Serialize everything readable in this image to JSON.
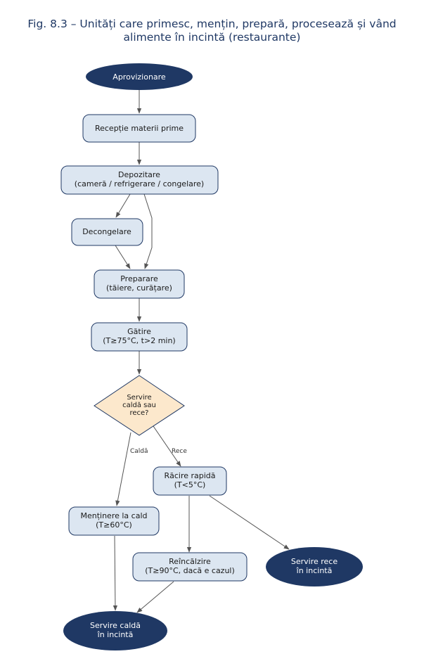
{
  "title": {
    "line1": "Fig. 8.3 – Unități care primesc, mențin, prepară, procesează și vând",
    "line2": "alimente în incintă (restaurante)"
  },
  "colors": {
    "terminal_fill": "#1f3864",
    "process_fill": "#dce6f1",
    "process_stroke": "#1f3864",
    "decision_fill": "#fce8cc",
    "edge": "#555555",
    "title": "#1f3864"
  },
  "nodes": {
    "aprovizionare": {
      "lines": [
        "Aprovizionare"
      ]
    },
    "receptie": {
      "lines": [
        "Recepție materii prime"
      ]
    },
    "depozitare": {
      "lines": [
        "Depozitare",
        "(cameră / refrigerare / congelare)"
      ]
    },
    "decongelare": {
      "lines": [
        "Decongelare"
      ]
    },
    "preparare": {
      "lines": [
        "Preparare",
        "(tăiere, curățare)"
      ]
    },
    "gatire": {
      "lines": [
        "Gătire",
        "(T≥75°C, t>2 min)"
      ]
    },
    "decizie": {
      "lines": [
        "Servire",
        "caldă sau",
        "rece?"
      ]
    },
    "racire": {
      "lines": [
        "Răcire rapidă",
        "(T<5°C)"
      ]
    },
    "mentinere": {
      "lines": [
        "Menținere la cald",
        "(T≥60°C)"
      ]
    },
    "reincalzire": {
      "lines": [
        "Reîncălzire",
        "(T≥90°C, dacă e cazul)"
      ]
    },
    "servire_rece": {
      "lines": [
        "Servire rece",
        "în incintă"
      ]
    },
    "servire_calda": {
      "lines": [
        "Servire caldă",
        "în incintă"
      ]
    }
  },
  "edge_labels": {
    "calda": "Caldă",
    "rece": "Rece"
  }
}
